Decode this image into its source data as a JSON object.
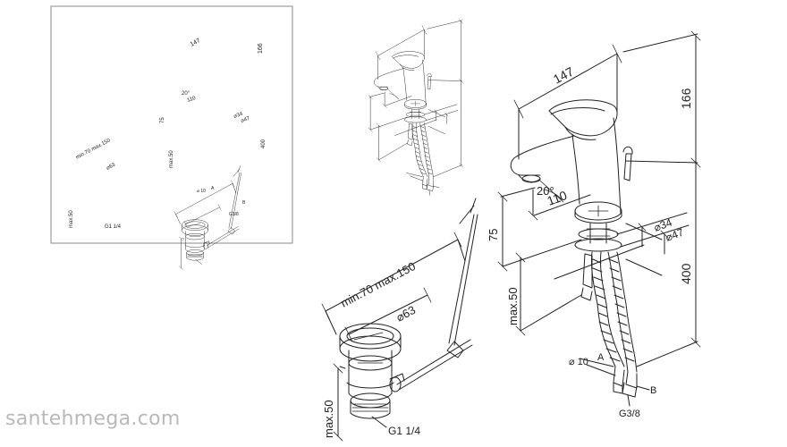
{
  "watermark": "santehmega.com",
  "dimensions": {
    "width": "147",
    "height": "166",
    "reach": "110",
    "angle": "20°",
    "spout_height": "75",
    "deck_hole": "⌀34",
    "base_diameter": "⌀47",
    "hose_length": "400",
    "max_thickness": "max.50",
    "hose_diameter": "⌀ 10",
    "label_a": "A",
    "label_b": "B",
    "thread": "G3/8"
  },
  "drain": {
    "lever_range": "min.70 max.150",
    "diameter": "⌀63",
    "max_height": "max.50",
    "thread": "G1 1/4"
  },
  "colors": {
    "line": "#222222",
    "frame": "#888888",
    "watermark": "#b9b9b9"
  }
}
